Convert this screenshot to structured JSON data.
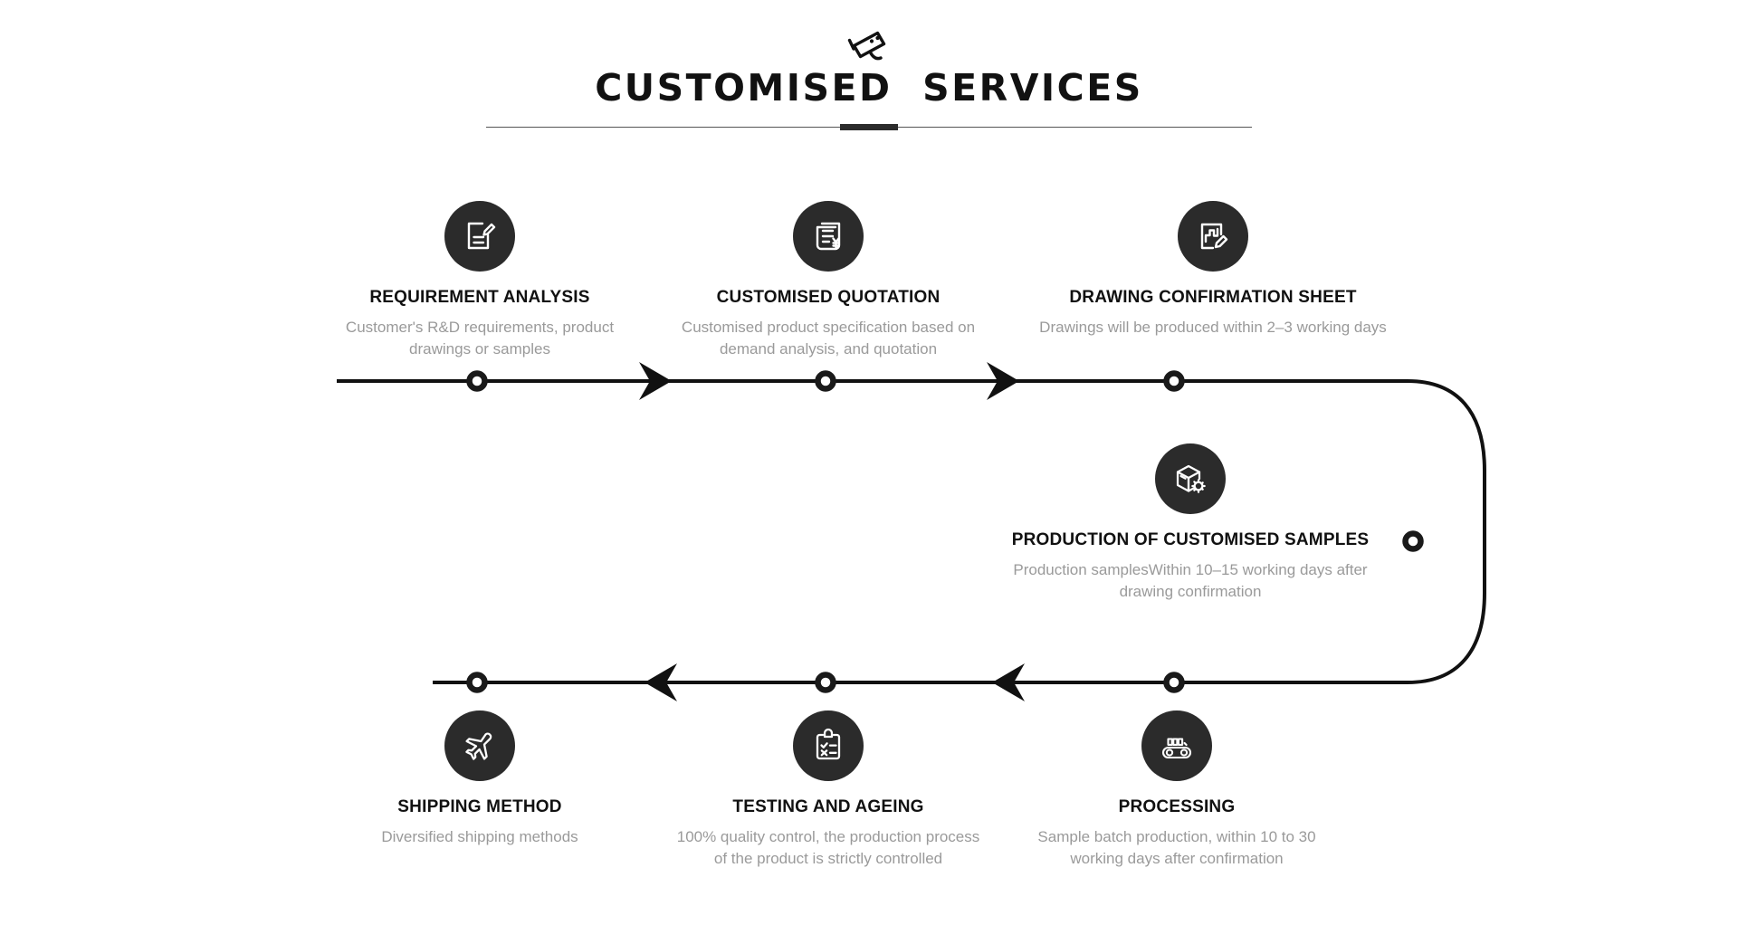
{
  "header": {
    "icon": "cctv-camera-icon",
    "title": "CUSTOMISED  SERVICES",
    "rule_color": "#555555",
    "accent_color": "#2b2b2b"
  },
  "theme": {
    "background": "#ffffff",
    "badge_fill": "#2b2b2b",
    "badge_glyph": "#ffffff",
    "line": "#111111",
    "title_text": "#111111",
    "desc_text": "#9a9a9a"
  },
  "flow": {
    "marker_shape": "hollow-circle",
    "arrow_shape": "solid-chevron",
    "top_row_direction": "left-to-right",
    "bottom_row_direction": "right-to-left"
  },
  "steps": [
    {
      "id": 1,
      "icon": "document-pencil-icon",
      "title": "REQUIREMENT ANALYSIS",
      "desc": "Customer's R&D requirements, product drawings or samples"
    },
    {
      "id": 2,
      "icon": "invoice-yen-icon",
      "title": "CUSTOMISED QUOTATION",
      "desc": "Customised product specification based on demand analysis, and quotation"
    },
    {
      "id": 3,
      "icon": "blueprint-pencil-icon",
      "title": "DRAWING CONFIRMATION SHEET",
      "desc": "Drawings will be produced within 2–3 working days"
    },
    {
      "id": 4,
      "icon": "box-gear-icon",
      "title": "PRODUCTION OF CUSTOMISED SAMPLES",
      "desc": "Production samplesWithin 10–15 working days after drawing confirmation"
    },
    {
      "id": 5,
      "icon": "airplane-icon",
      "title": "SHIPPING METHOD",
      "desc": "Diversified shipping methods"
    },
    {
      "id": 6,
      "icon": "clipboard-check-x-icon",
      "title": "TESTING AND AGEING",
      "desc": "100% quality control, the production process of the product is strictly controlled"
    },
    {
      "id": 7,
      "icon": "conveyor-belt-icon",
      "title": "PROCESSING",
      "desc": "Sample batch production, within 10 to 30 working days after confirmation"
    }
  ]
}
